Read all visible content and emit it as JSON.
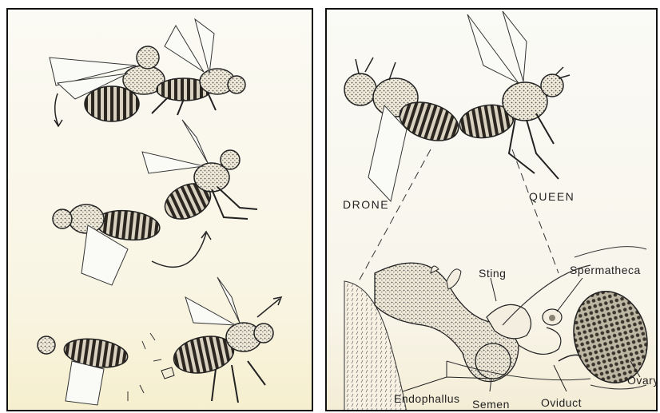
{
  "labels": {
    "drone": "DRONE",
    "queen": "QUEEN",
    "sting": "Sting",
    "spermatheca": "Spermatheca",
    "ovary": "Ovary",
    "endophallus": "Endophallus",
    "semen": "Semen",
    "oviduct": "Oviduct"
  }
}
